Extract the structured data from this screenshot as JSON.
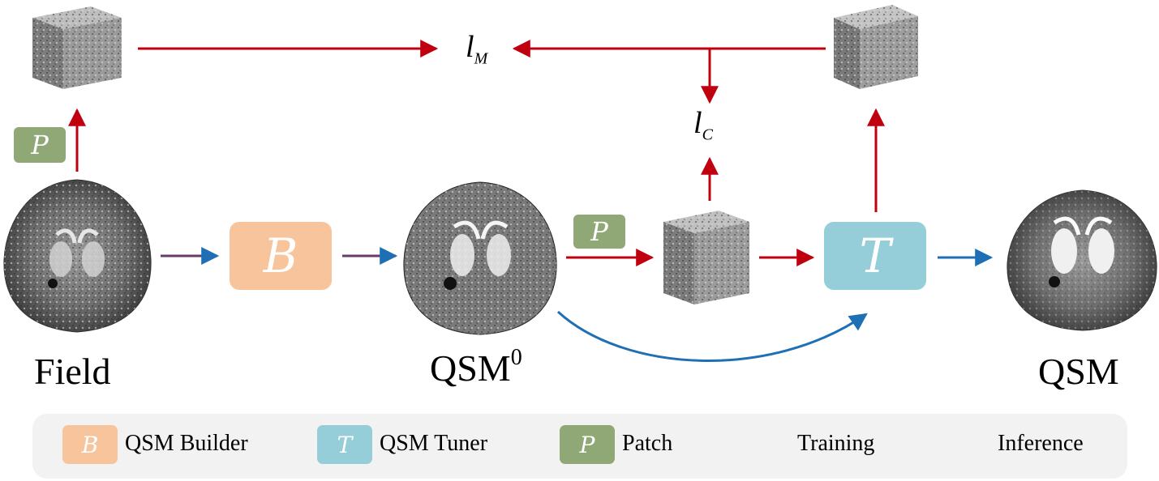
{
  "labels": {
    "field": "Field",
    "qsm0_base": "QSM",
    "qsm0_sup": "0",
    "qsm": "QSM",
    "lm_base": "l",
    "lm_sub": "M",
    "lc_base": "l",
    "lc_sub": "C"
  },
  "blocks": {
    "builder_symbol": "B",
    "tuner_symbol": "T",
    "patch_symbol": "P"
  },
  "legend": {
    "builder_symbol": "B",
    "builder_label": "QSM Builder",
    "tuner_symbol": "T",
    "tuner_label": "QSM Tuner",
    "patch_symbol": "P",
    "patch_label": "Patch",
    "training_label": "Training",
    "inference_label": "Inference"
  },
  "colors": {
    "training": "#c0000f",
    "inference": "#1f6fb5",
    "builder": "#f7c49c",
    "tuner": "#95cdd9",
    "patch": "#8fa876",
    "legend_bg": "#f2f2f2"
  }
}
